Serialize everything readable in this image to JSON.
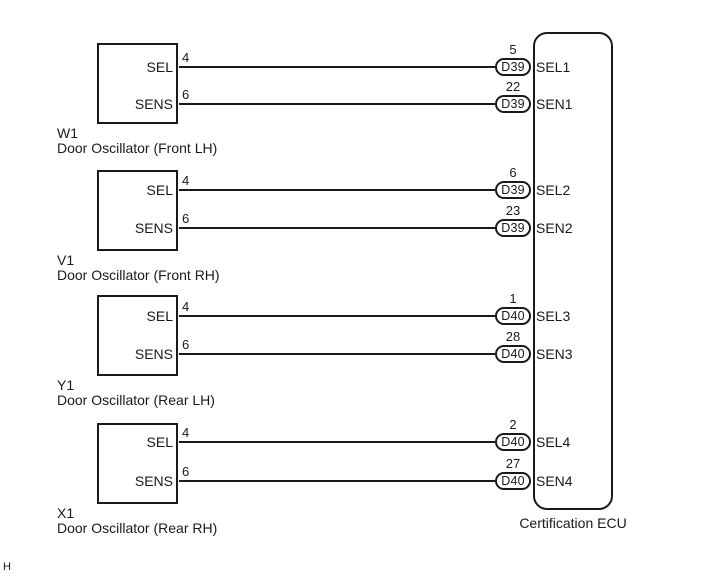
{
  "page": {
    "footer_mark": "H"
  },
  "ecu": {
    "label": "Certification ECU"
  },
  "groups": [
    {
      "designator": "W1",
      "name": "Door Oscillator (Front LH)",
      "sel": {
        "box_label": "SEL",
        "box_pin": "4",
        "ecu_pin": "5",
        "connector": "D39",
        "ecu_label": "SEL1"
      },
      "sens": {
        "box_label": "SENS",
        "box_pin": "6",
        "ecu_pin": "22",
        "connector": "D39",
        "ecu_label": "SEN1"
      }
    },
    {
      "designator": "V1",
      "name": "Door Oscillator (Front RH)",
      "sel": {
        "box_label": "SEL",
        "box_pin": "4",
        "ecu_pin": "6",
        "connector": "D39",
        "ecu_label": "SEL2"
      },
      "sens": {
        "box_label": "SENS",
        "box_pin": "6",
        "ecu_pin": "23",
        "connector": "D39",
        "ecu_label": "SEN2"
      }
    },
    {
      "designator": "Y1",
      "name": "Door Oscillator (Rear LH)",
      "sel": {
        "box_label": "SEL",
        "box_pin": "4",
        "ecu_pin": "1",
        "connector": "D40",
        "ecu_label": "SEL3"
      },
      "sens": {
        "box_label": "SENS",
        "box_pin": "6",
        "ecu_pin": "28",
        "connector": "D40",
        "ecu_label": "SEN3"
      }
    },
    {
      "designator": "X1",
      "name": "Door Oscillator (Rear RH)",
      "sel": {
        "box_label": "SEL",
        "box_pin": "4",
        "ecu_pin": "2",
        "connector": "D40",
        "ecu_label": "SEL4"
      },
      "sens": {
        "box_label": "SENS",
        "box_pin": "6",
        "ecu_pin": "27",
        "connector": "D40",
        "ecu_label": "SEN4"
      }
    }
  ]
}
